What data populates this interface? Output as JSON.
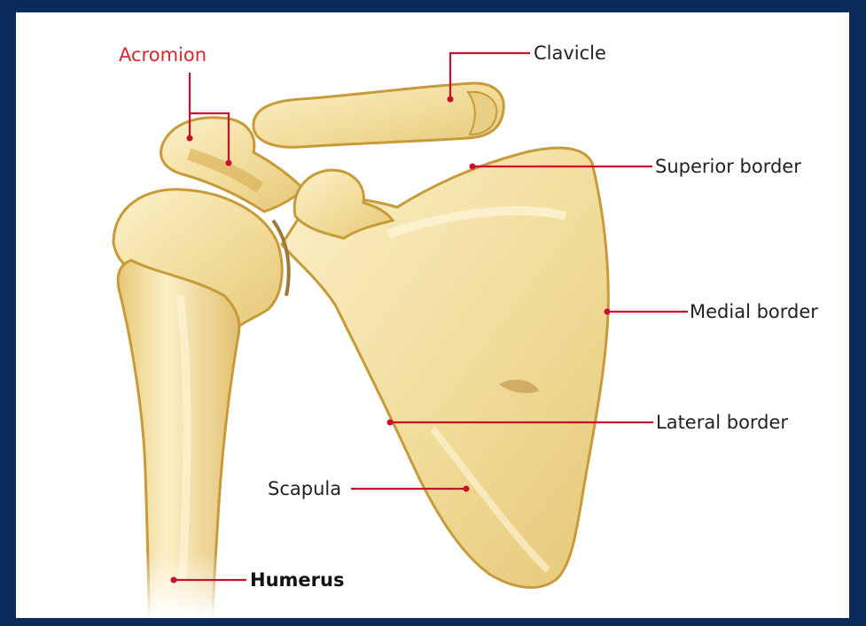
{
  "labels": {
    "acromion": "Acromion",
    "clavicle": "Clavicle",
    "superior_border": "Superior border",
    "medial_border": "Medial border",
    "lateral_border": "Lateral border",
    "scapula": "Scapula",
    "humerus": "Humerus"
  },
  "colors": {
    "frame": "#0d2a5c",
    "background": "#ffffff",
    "leader_line": "#c8102e",
    "highlight_label": "#e0252e",
    "label_text": "#222222",
    "bone_fill": "#f1dc9a",
    "bone_outline": "#c79a3a"
  }
}
